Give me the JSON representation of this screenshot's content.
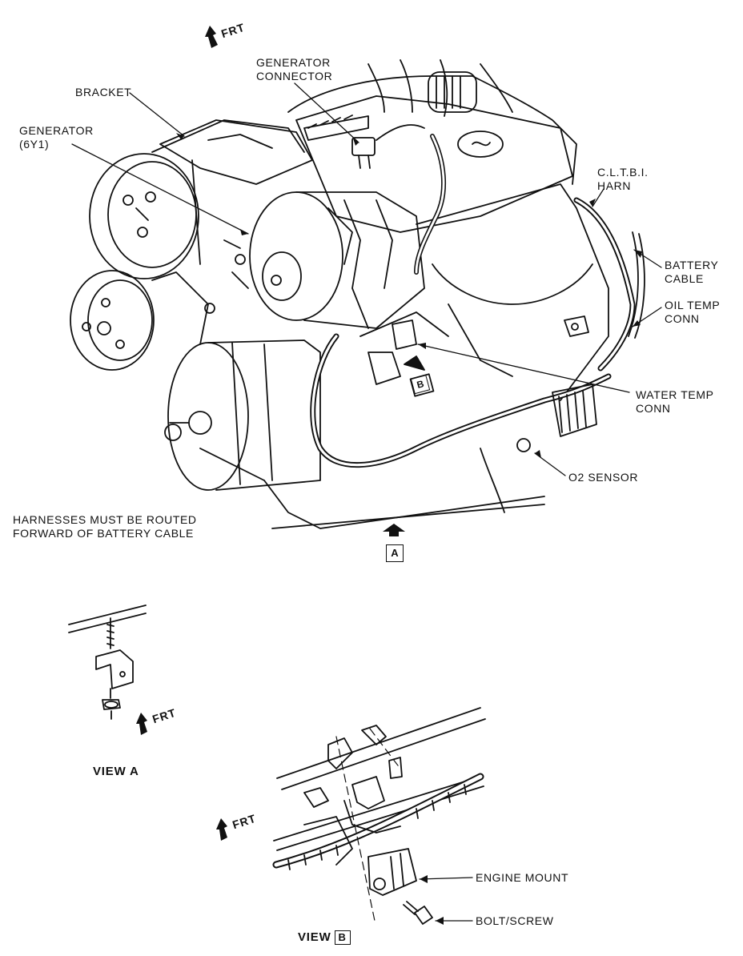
{
  "labels": {
    "frt_top": "FRT",
    "generator_connector": [
      "GENERATOR",
      "CONNECTOR"
    ],
    "bracket": "BRACKET",
    "generator": [
      "GENERATOR",
      "(6Y1)"
    ],
    "cltbi_harn": [
      "C.L.T.B.I.",
      "HARN"
    ],
    "battery_cable": [
      "BATTERY",
      "CABLE"
    ],
    "oil_temp_conn": [
      "OIL TEMP",
      "CONN"
    ],
    "water_temp_conn": [
      "WATER TEMP",
      "CONN"
    ],
    "o2_sensor": "O2 SENSOR",
    "note": [
      "HARNESSES MUST BE ROUTED",
      "FORWARD OF BATTERY CABLE"
    ],
    "view_a_marker": "A",
    "view_b_marker_main": "B",
    "frt_view_a": "FRT",
    "view_a": "VIEW A",
    "frt_view_b": "FRT",
    "engine_mount": "ENGINE MOUNT",
    "bolt_screw": "BOLT/SCREW",
    "view_b": "VIEW",
    "view_b_box": "B"
  },
  "colors": {
    "ink": "#111111",
    "paper": "#ffffff"
  }
}
